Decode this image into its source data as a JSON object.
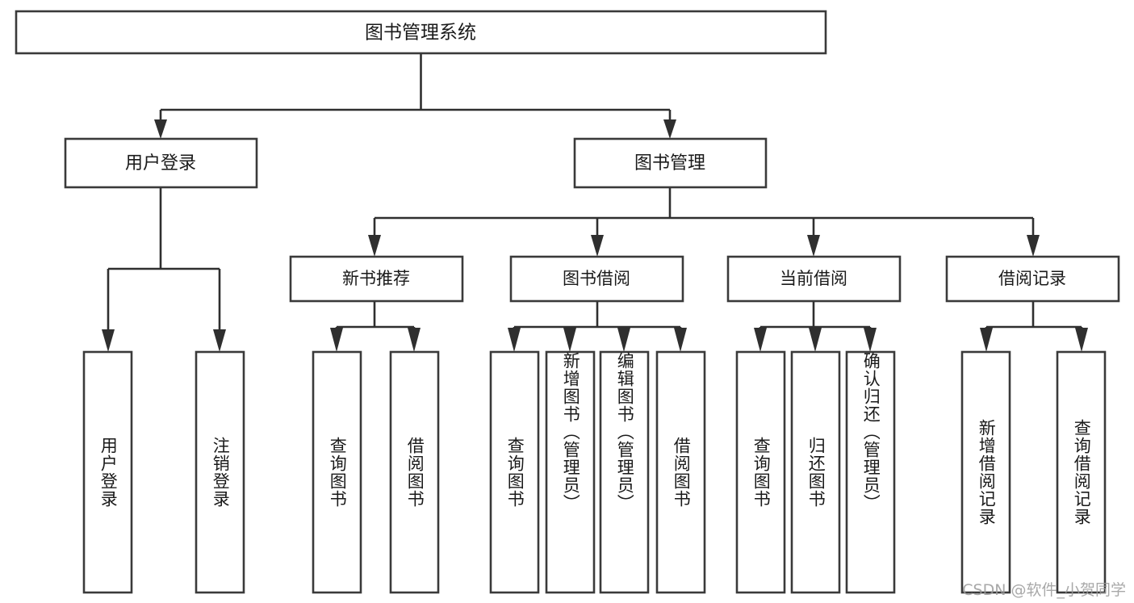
{
  "diagram": {
    "type": "tree-hierarchy",
    "title": "图书管理系统",
    "orientation": "top-down",
    "colors": {
      "box_stroke": "#3a3a3a",
      "box_fill": "#ffffff",
      "connector": "#2f2f2f",
      "text": "#1a1a1a",
      "background": "#ffffff",
      "watermark": "#9a9a9a"
    },
    "root": {
      "label": "图书管理系统",
      "level": 0
    },
    "level1": [
      {
        "label": "用户登录",
        "level": 1
      },
      {
        "label": "图书管理",
        "level": 1
      }
    ],
    "level2": [
      {
        "label": "新书推荐",
        "parent": "图书管理"
      },
      {
        "label": "图书借阅",
        "parent": "图书管理"
      },
      {
        "label": "当前借阅",
        "parent": "图书管理"
      },
      {
        "label": "借阅记录",
        "parent": "图书管理"
      }
    ],
    "leaves": {
      "user_login": [
        {
          "label": "用户登录"
        },
        {
          "label": "注销登录"
        }
      ],
      "new_book_recommend": [
        {
          "label": "查询图书"
        },
        {
          "label": "借阅图书"
        }
      ],
      "book_borrow": [
        {
          "label": "查询图书"
        },
        {
          "label": "新增图书（管理员）"
        },
        {
          "label": "编辑图书（管理员）"
        },
        {
          "label": "借阅图书"
        }
      ],
      "current_borrow": [
        {
          "label": "查询图书"
        },
        {
          "label": "归还图书"
        },
        {
          "label": "确认归还（管理员）"
        }
      ],
      "borrow_record": [
        {
          "label": "新增借阅记录"
        },
        {
          "label": "查询借阅记录"
        }
      ]
    }
  },
  "watermark": {
    "text": "CSDN @软件_小贺同学"
  }
}
